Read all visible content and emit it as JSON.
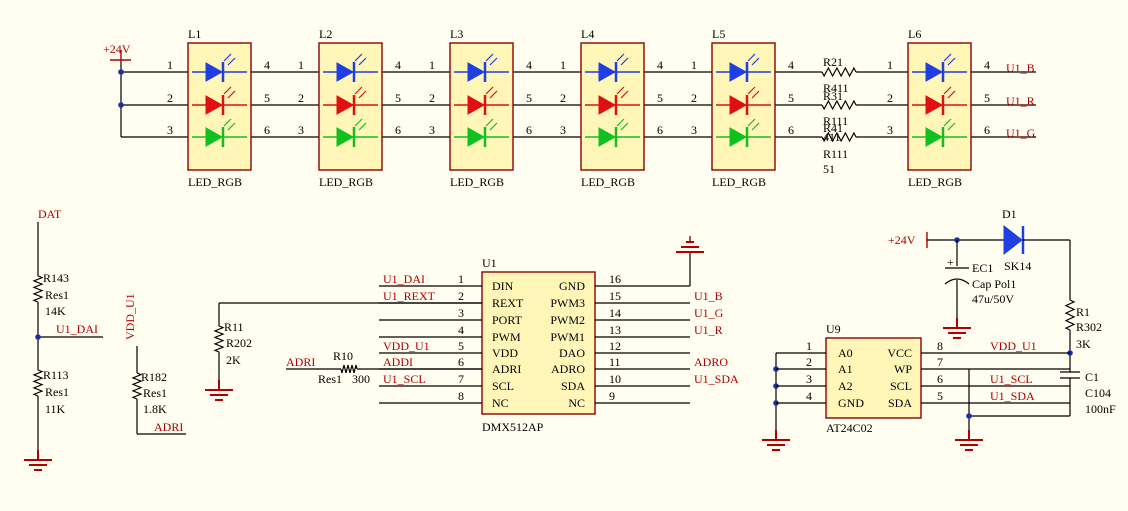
{
  "power": {
    "p24": "+24V"
  },
  "leds": [
    {
      "ref": "L1",
      "value": "LED_RGB"
    },
    {
      "ref": "L2",
      "value": "LED_RGB"
    },
    {
      "ref": "L3",
      "value": "LED_RGB"
    },
    {
      "ref": "L4",
      "value": "LED_RGB"
    },
    {
      "ref": "L5",
      "value": "LED_RGB"
    },
    {
      "ref": "L6",
      "value": "LED_RGB"
    }
  ],
  "led_pins": [
    "1",
    "2",
    "3",
    "4",
    "5",
    "6"
  ],
  "series_resistors": [
    {
      "ref": "R21",
      "line2": "R411",
      "line3": "",
      "line4": ""
    },
    {
      "ref": "R31",
      "line2": "R111",
      "line3": "",
      "line4": ""
    },
    {
      "ref": "R41",
      "line2": "411",
      "line3": "R111",
      "line4": "51"
    }
  ],
  "out_nets": [
    "U1_B",
    "U1_R",
    "U1_G"
  ],
  "left_divider": {
    "net": "DAT",
    "r_top": {
      "ref": "R143",
      "type": "Res1",
      "value": "14K"
    },
    "mid_net": "U1_DAI",
    "r_bot": {
      "ref": "R113",
      "type": "Res1",
      "value": "11K"
    }
  },
  "adri_divider": {
    "vdd": "VDD_U1",
    "r": {
      "ref": "R182",
      "type": "Res1",
      "value": "1.8K"
    },
    "net": "ADRI"
  },
  "rext": {
    "ref": "R11",
    "type": "R202",
    "value": "2K"
  },
  "r10": {
    "ref": "R10",
    "type": "Res1",
    "value": "300",
    "net": "ADRI"
  },
  "u1": {
    "ref": "U1",
    "part": "DMX512AP",
    "left_pins": [
      {
        "num": "1",
        "name": "DIN",
        "net": "U1_DAI"
      },
      {
        "num": "2",
        "name": "REXT",
        "net": "U1_REXT"
      },
      {
        "num": "3",
        "name": "PORT",
        "net": ""
      },
      {
        "num": "4",
        "name": "PWM",
        "net": ""
      },
      {
        "num": "5",
        "name": "VDD",
        "net": "VDD_U1"
      },
      {
        "num": "6",
        "name": "ADRI",
        "net": "ADDI"
      },
      {
        "num": "7",
        "name": "SCL",
        "net": "U1_SCL"
      },
      {
        "num": "8",
        "name": "NC",
        "net": ""
      }
    ],
    "right_pins": [
      {
        "num": "16",
        "name": "GND",
        "net": ""
      },
      {
        "num": "15",
        "name": "PWM3",
        "net": "U1_B"
      },
      {
        "num": "14",
        "name": "PWM2",
        "net": "U1_G"
      },
      {
        "num": "13",
        "name": "PWM1",
        "net": "U1_R"
      },
      {
        "num": "12",
        "name": "DAO",
        "net": ""
      },
      {
        "num": "11",
        "name": "ADRO",
        "net": "ADRO"
      },
      {
        "num": "10",
        "name": "SDA",
        "net": "U1_SDA"
      },
      {
        "num": "9",
        "name": "NC",
        "net": ""
      }
    ]
  },
  "u9": {
    "ref": "U9",
    "part": "AT24C02",
    "left_pins": [
      {
        "num": "1",
        "name": "A0"
      },
      {
        "num": "2",
        "name": "A1"
      },
      {
        "num": "3",
        "name": "A2"
      },
      {
        "num": "4",
        "name": "GND"
      }
    ],
    "right_pins": [
      {
        "num": "8",
        "name": "VCC",
        "net": "VDD_U1"
      },
      {
        "num": "7",
        "name": "WP",
        "net": ""
      },
      {
        "num": "6",
        "name": "SCL",
        "net": "U1_SCL"
      },
      {
        "num": "5",
        "name": "SDA",
        "net": "U1_SDA"
      }
    ]
  },
  "supply": {
    "p24": "+24V",
    "ec1": {
      "ref": "EC1",
      "type": "Cap Pol1",
      "value": "47u/50V"
    },
    "d1": {
      "ref": "D1",
      "value": "SK14"
    },
    "r1": {
      "ref": "R1",
      "type": "R302",
      "value": "3K"
    },
    "c1": {
      "ref": "C1",
      "type": "C104",
      "value": "100nF"
    }
  },
  "colors": {
    "wire": "#1a2fa0",
    "net": "#b00000",
    "chip_fill": "#fff6b8",
    "chip_border": "#8b0000",
    "led_blue": "#1f3fe0",
    "led_red": "#e01010",
    "led_green": "#10c020",
    "background": "#fffef0"
  }
}
